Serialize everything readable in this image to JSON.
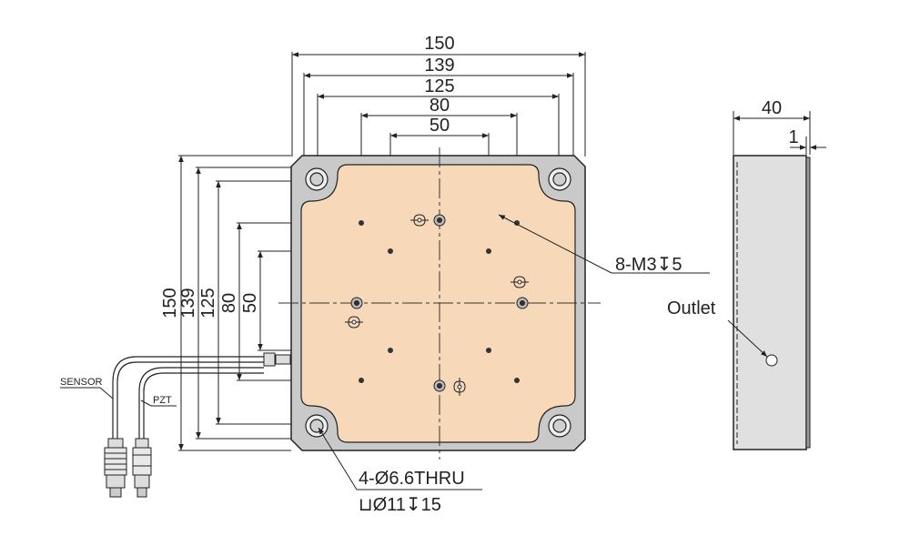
{
  "top_dimensions": [
    "150",
    "139",
    "125",
    "80",
    "50"
  ],
  "left_dimensions": [
    "150",
    "139",
    "125",
    "80",
    "50"
  ],
  "side_view": {
    "depth": "40",
    "offset": "1"
  },
  "labels": {
    "tapped_holes": "8-M3↧5",
    "thru_holes": "4-Ø6.6THRU",
    "counterbore": "⊔Ø11↧15",
    "outlet": "Outlet",
    "sensor": "SENSOR",
    "pzt": "PZT"
  },
  "colors": {
    "plate_frame": "#c9c9c9",
    "plate_top": "#f7d9b9",
    "side_body": "#e0e0e0",
    "line": "#222222"
  }
}
